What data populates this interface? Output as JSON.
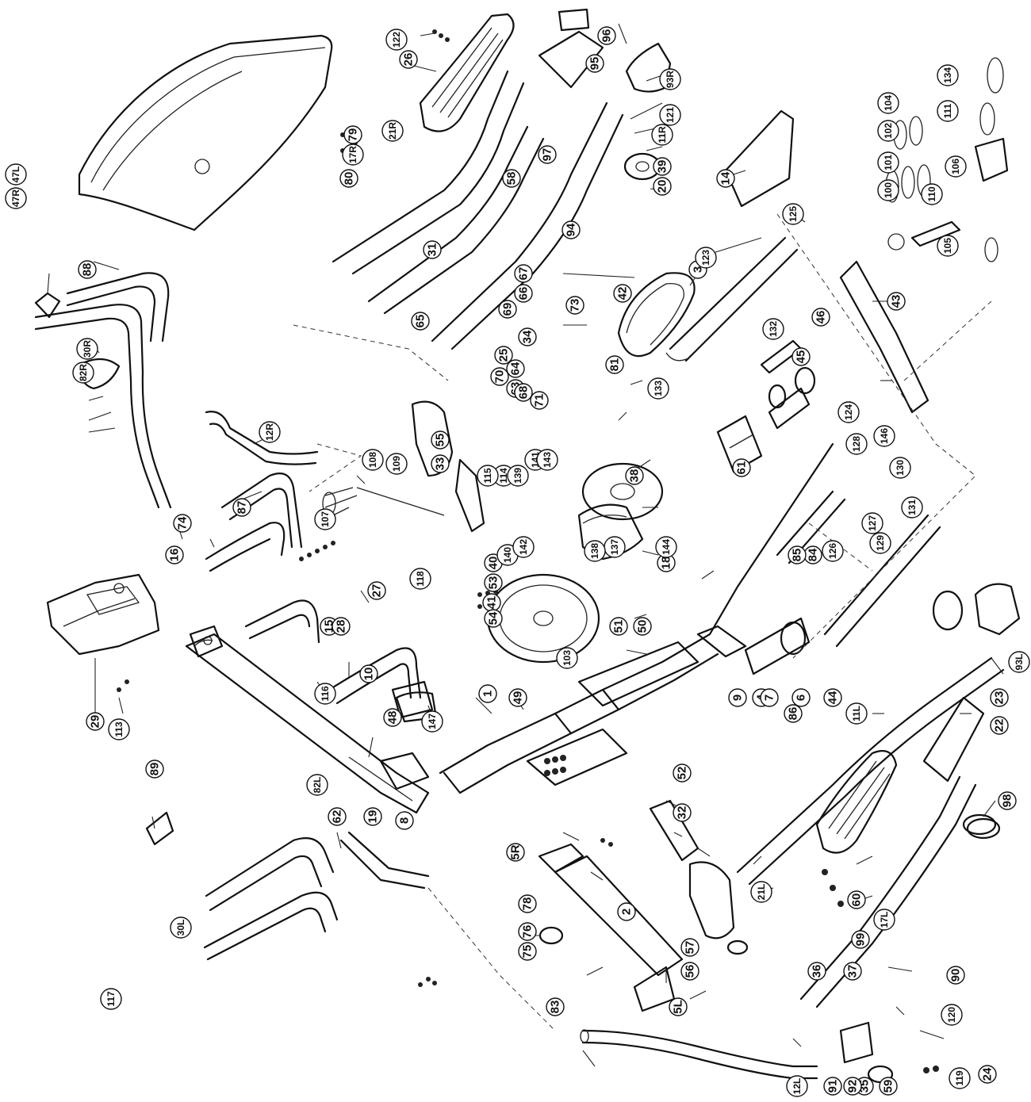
{
  "labels": [
    "1",
    "2",
    "3",
    "4",
    "5L",
    "5R",
    "6",
    "7",
    "8",
    "9",
    "10",
    "11L",
    "11R",
    "12L",
    "12R",
    "14",
    "15",
    "16",
    "17L",
    "17R",
    "18",
    "19",
    "20",
    "21L",
    "21R",
    "22",
    "23",
    "24",
    "25",
    "26",
    "27",
    "28",
    "29",
    "30L",
    "30R",
    "31",
    "32",
    "33",
    "34",
    "35",
    "36",
    "37",
    "38",
    "39",
    "40",
    "41",
    "42",
    "43",
    "44",
    "45",
    "46",
    "47L",
    "47R",
    "48",
    "49",
    "50",
    "51",
    "52",
    "53",
    "54",
    "55",
    "56",
    "57",
    "58",
    "59",
    "60",
    "61",
    "62",
    "63",
    "64",
    "65",
    "66",
    "67",
    "68",
    "69",
    "70",
    "71",
    "73",
    "74",
    "75",
    "76",
    "78",
    "79",
    "80",
    "81",
    "82L",
    "82R",
    "83",
    "84",
    "85",
    "86",
    "87",
    "88",
    "89",
    "90",
    "91",
    "92",
    "93L",
    "93R",
    "94",
    "95",
    "96",
    "97",
    "98",
    "99",
    "100",
    "101",
    "102",
    "103",
    "104",
    "105",
    "106",
    "107",
    "108",
    "109",
    "110",
    "111",
    "113",
    "114",
    "115",
    "116",
    "117",
    "118",
    "119",
    "120",
    "121",
    "122",
    "123",
    "124",
    "125",
    "126",
    "127",
    "128",
    "129",
    "130",
    "131",
    "132",
    "133",
    "134",
    "137",
    "138",
    "139",
    "140",
    "141",
    "142",
    "143",
    "144",
    "146",
    "147"
  ]
}
